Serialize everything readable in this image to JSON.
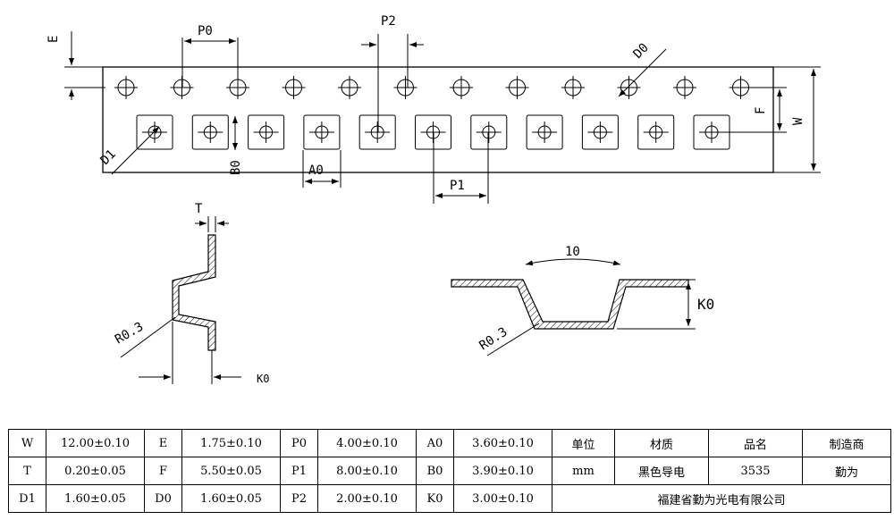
{
  "drawing": {
    "tape_top_labels": {
      "E": "E",
      "P0": "P0",
      "P2": "P2",
      "D0": "D0"
    },
    "tape_side_labels": {
      "F": "F",
      "W": "W",
      "D1": "D1"
    },
    "tape_bottom_labels": {
      "B0": "B0",
      "A0": "A0",
      "P1": "P1"
    },
    "side_view": {
      "T": "T",
      "R": "R0.3",
      "K0": "K0"
    },
    "cross_section": {
      "width_value": "10",
      "R": "R0.3",
      "K0": "K0"
    }
  },
  "table": {
    "rows": [
      [
        "W",
        "12.00±0.10",
        "E",
        "1.75±0.10",
        "P0",
        "4.00±0.10",
        "A0",
        "3.60±0.10",
        "单位",
        "材质",
        "品名",
        "制造商"
      ],
      [
        "T",
        "0.20±0.05",
        "F",
        "5.50±0.05",
        "P1",
        "8.00±0.10",
        "B0",
        "3.90±0.10",
        "mm",
        "黑色导电",
        "3535",
        "勤为"
      ],
      [
        "D1",
        "1.60±0.05",
        "D0",
        "1.60±0.05",
        "P2",
        "2.00±0.10",
        "K0",
        "3.00±0.10",
        "福建省勤为光电有限公司"
      ]
    ]
  }
}
